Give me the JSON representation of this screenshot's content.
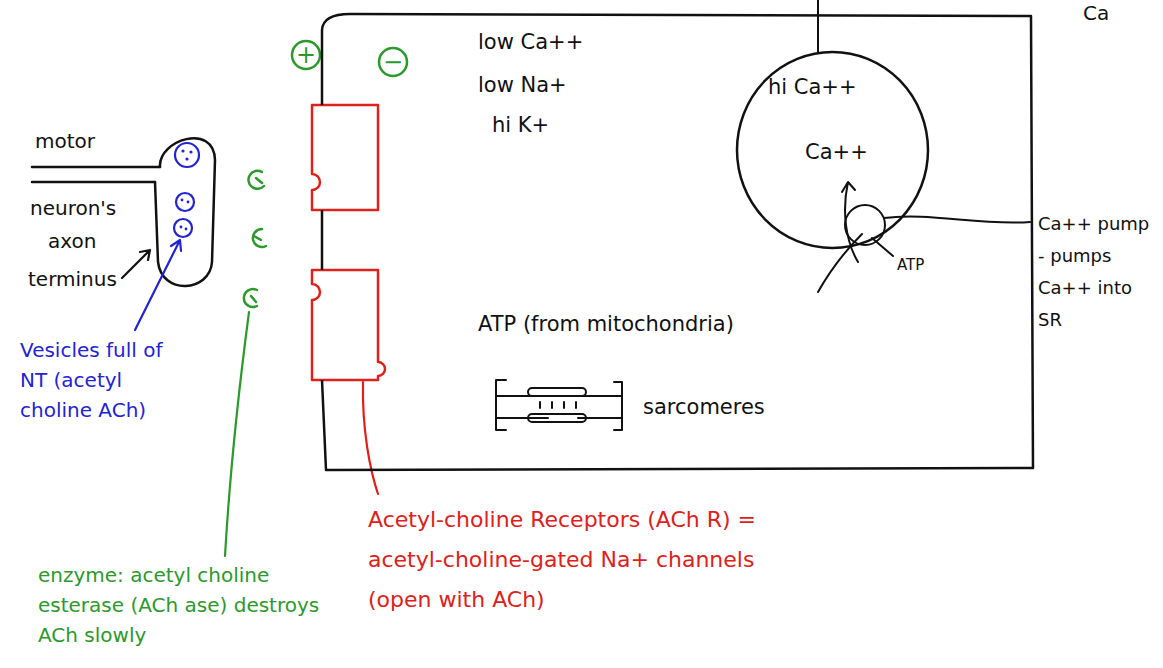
{
  "diagram": {
    "nodes": [
      {
        "text": [
          "low Ca++",
          "low Na+",
          "hi K+",
          "ATP (from mitochondria)",
          "sarcomeres"
        ]
      },
      {
        "text": [
          "hi Ca++",
          "Ca++"
        ],
        "in": 0
      }
    ],
    "labels": [
      "+",
      "−",
      "motor",
      "neuron's",
      "axon",
      "terminus",
      "Vesicles full of NT (acetyl choline ACh)",
      "enzyme: acetyl choline esterase (ACh ase) destroys ACh slowly",
      "Acetyl-choline Receptors (ACh R) = acetyl-choline-gated Na+ channels (open with ACh)",
      "Ca++ pump - pumps Ca++ into SR",
      "ATP",
      "Ca"
    ]
  }
}
